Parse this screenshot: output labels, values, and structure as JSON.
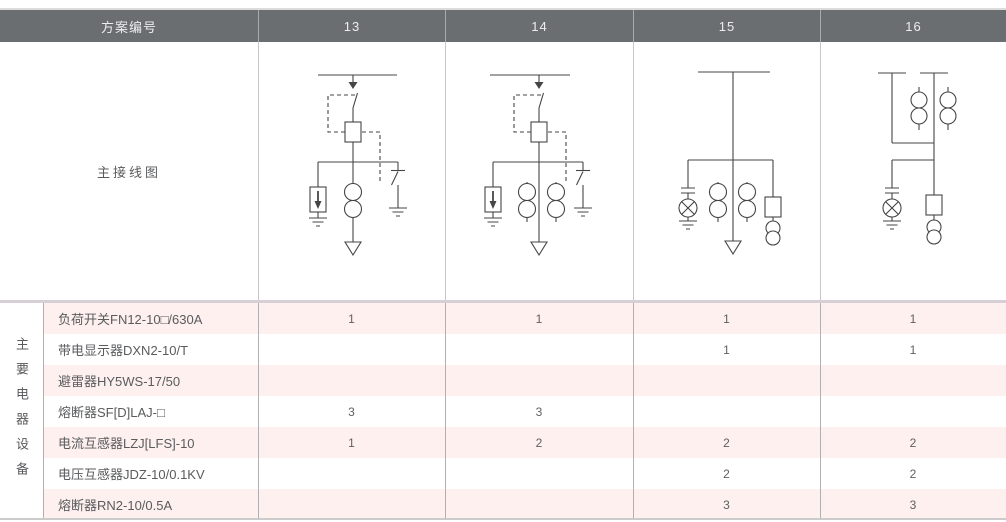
{
  "table": {
    "header": {
      "label": "方案编号",
      "schemes": [
        "13",
        "14",
        "15",
        "16"
      ]
    },
    "diagram_row_label": "主接线图",
    "equipment_group_label": "主要电器设备",
    "equipment_rows": [
      {
        "name": "负荷开关FN12-10□/630A",
        "values": [
          "1",
          "1",
          "1",
          "1"
        ]
      },
      {
        "name": "带电显示器DXN2-10/T",
        "values": [
          "",
          "",
          "1",
          "1"
        ]
      },
      {
        "name": "避雷器HY5WS-17/50",
        "values": [
          "",
          "",
          "",
          ""
        ]
      },
      {
        "name": "熔断器SF[D]LAJ-□",
        "values": [
          "3",
          "3",
          "",
          ""
        ]
      },
      {
        "name": "电流互感器LZJ[LFS]-10",
        "values": [
          "1",
          "2",
          "2",
          "2"
        ]
      },
      {
        "name": "电压互感器JDZ-10/0.1KV",
        "values": [
          "",
          "",
          "2",
          "2"
        ]
      },
      {
        "name": "熔断器RN2-10/0.5A",
        "values": [
          "",
          "",
          "3",
          "3"
        ]
      }
    ],
    "diagrams": [
      {
        "scheme": "13",
        "components": [
          "busbar",
          "load-switch",
          "fuse",
          "interlock-dashed",
          "surge-arrester-with-ground",
          "one-current-transformer",
          "earthing-switch",
          "outgoing-feeder-arrow"
        ]
      },
      {
        "scheme": "14",
        "components": [
          "busbar",
          "load-switch",
          "fuse",
          "interlock-dashed",
          "surge-arrester-with-ground",
          "two-current-transformers",
          "earthing-switch",
          "outgoing-feeder-arrow"
        ]
      },
      {
        "scheme": "15",
        "components": [
          "busbar",
          "voltage-indicator-lamp-with-capacitor",
          "two-current-transformers",
          "fuse",
          "voltage-transformer",
          "outgoing-feeder-arrow"
        ]
      },
      {
        "scheme": "16",
        "components": [
          "two-busbars",
          "two-current-transformers",
          "tie-link",
          "voltage-indicator-lamp-with-capacitor",
          "fuse",
          "voltage-transformer"
        ]
      }
    ],
    "colors": {
      "header_bg": "#6b6e71",
      "row_pink": "#fdf0ee",
      "row_white": "#ffffff",
      "grid_line": "#c9c6c9",
      "diagram_stroke": "#454548",
      "text": "#5a5b5d"
    }
  }
}
